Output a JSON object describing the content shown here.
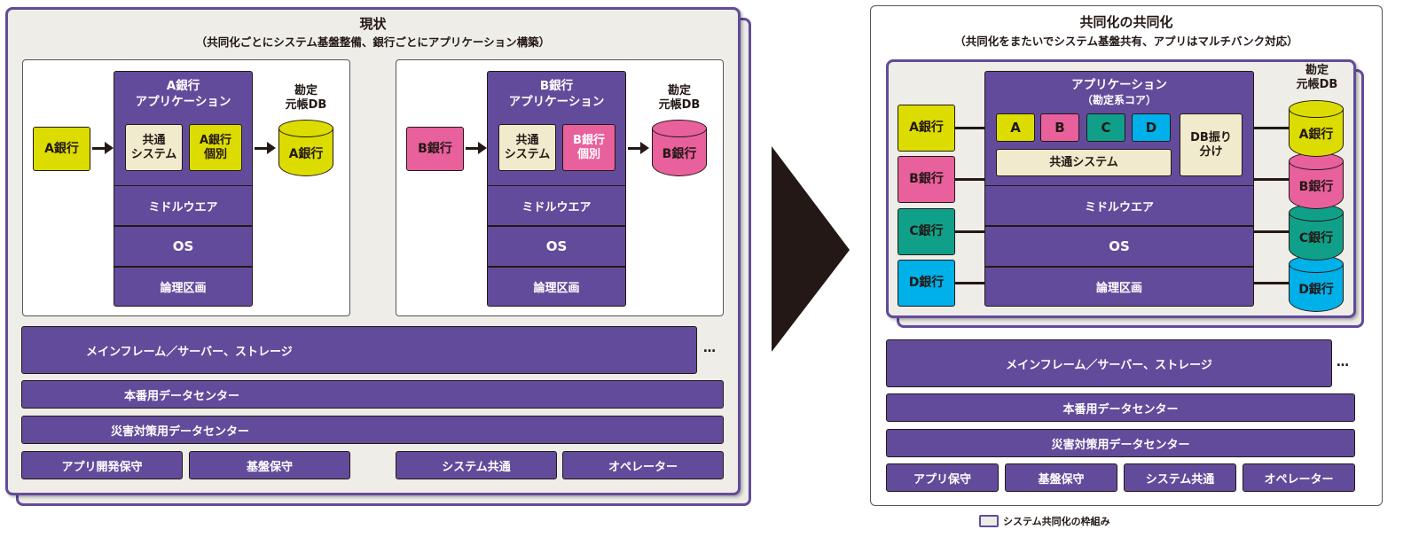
{
  "colors": {
    "purple": "#634b9b",
    "bank_a": "#dcdc00",
    "bank_b": "#e8609c",
    "bank_c": "#10a08a",
    "bank_d": "#00b0e8",
    "cream": "#f0ebcc",
    "frame_bg": "#eeede8",
    "arrow": "#231815"
  },
  "left": {
    "title": "現状",
    "subtitle": "（共同化ごとにシステム基盤整備、銀行ごとにアプリケーション構築）",
    "bank_a": {
      "bank_label": "A銀行",
      "app_title_line1": "A銀行",
      "app_title_line2": "アプリケーション",
      "common_line1": "共通",
      "common_line2": "システム",
      "individual_line1": "A銀行",
      "individual_line2": "個別",
      "db_title_line1": "勘定",
      "db_title_line2": "元帳DB",
      "db_label": "A銀行",
      "middleware": "ミドルウエア",
      "os": "OS",
      "partition": "論理区画"
    },
    "bank_b": {
      "bank_label": "B銀行",
      "app_title_line1": "B銀行",
      "app_title_line2": "アプリケーション",
      "common_line1": "共通",
      "common_line2": "システム",
      "individual_line1": "B銀行",
      "individual_line2": "個別",
      "db_title_line1": "勘定",
      "db_title_line2": "元帳DB",
      "db_label": "B銀行",
      "middleware": "ミドルウエア",
      "os": "OS",
      "partition": "論理区画"
    },
    "mainframe": "メインフレーム／サーバー、ストレージ",
    "ellipsis": "…",
    "production_dc": "本番用データセンター",
    "dr_dc": "災害対策用データセンター",
    "bottom": [
      "アプリ開発保守",
      "基盤保守",
      "システム共通",
      "オペレーター"
    ]
  },
  "right": {
    "title": "共同化の共同化",
    "subtitle": "（共同化をまたいでシステム基盤共有、アプリはマルチバンク対応）",
    "banks": [
      "A銀行",
      "B銀行",
      "C銀行",
      "D銀行"
    ],
    "app_title_line1": "アプリケーション",
    "app_title_line2": "（勘定系コア）",
    "modules": [
      "A",
      "B",
      "C",
      "D"
    ],
    "common_system": "共通システム",
    "db_router_line1": "DB振り",
    "db_router_line2": "分け",
    "db_title_line1": "勘定",
    "db_title_line2": "元帳DB",
    "dbs": [
      "A銀行",
      "B銀行",
      "C銀行",
      "D銀行"
    ],
    "middleware": "ミドルウエア",
    "os": "OS",
    "partition": "論理区画",
    "mainframe": "メインフレーム／サーバー、ストレージ",
    "ellipsis": "…",
    "production_dc": "本番用データセンター",
    "dr_dc": "災害対策用データセンター",
    "bottom": [
      "アプリ保守",
      "基盤保守",
      "システム共通",
      "オペレーター"
    ]
  },
  "legend": {
    "label": "システム共同化の枠組み"
  }
}
